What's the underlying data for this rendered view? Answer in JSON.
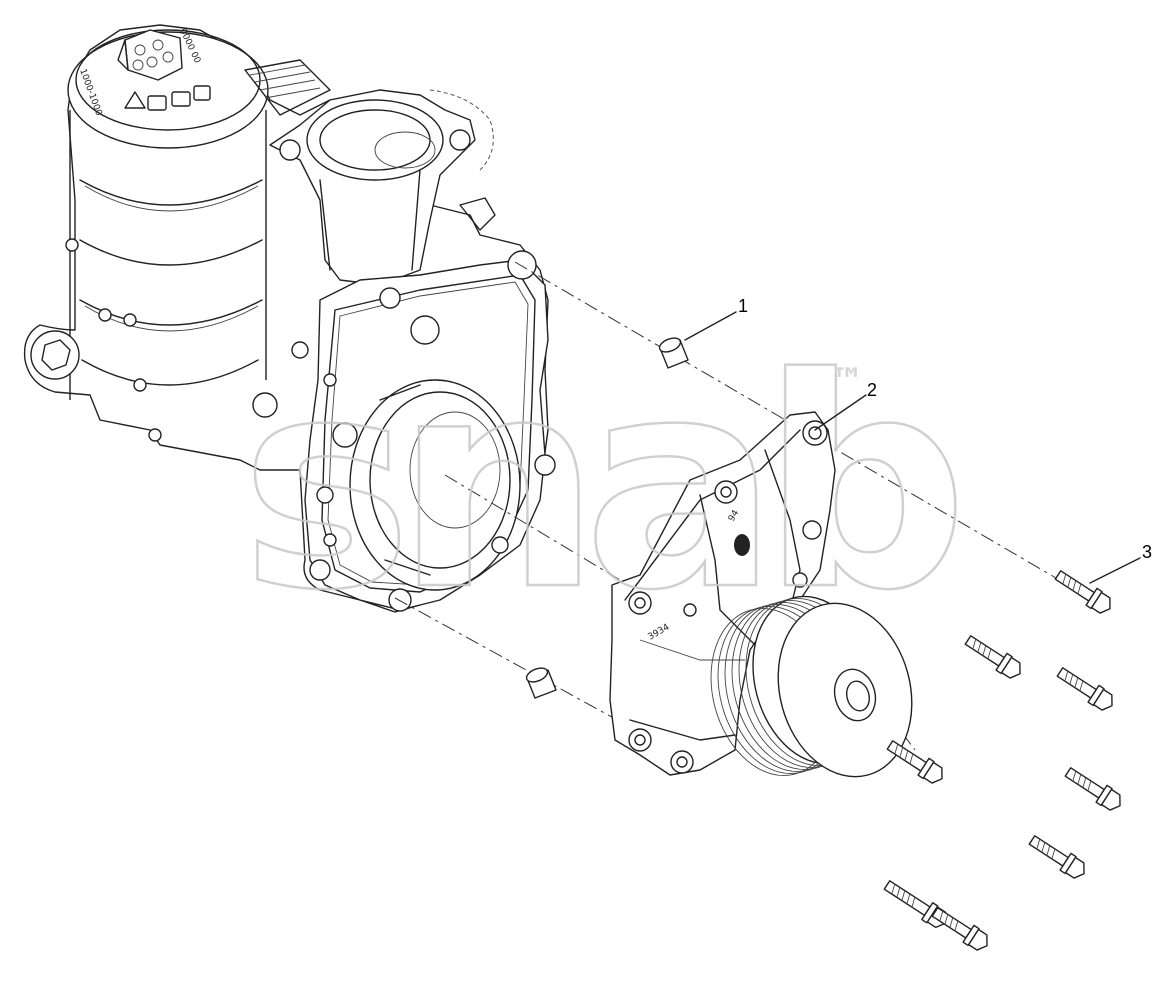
{
  "callouts": [
    {
      "label": "1"
    },
    {
      "label": "2"
    },
    {
      "label": "3"
    }
  ],
  "watermark": {
    "text": "snab",
    "trademark": "™"
  },
  "part_markings": {
    "pump_code": "3934",
    "pump_mark": "94"
  }
}
